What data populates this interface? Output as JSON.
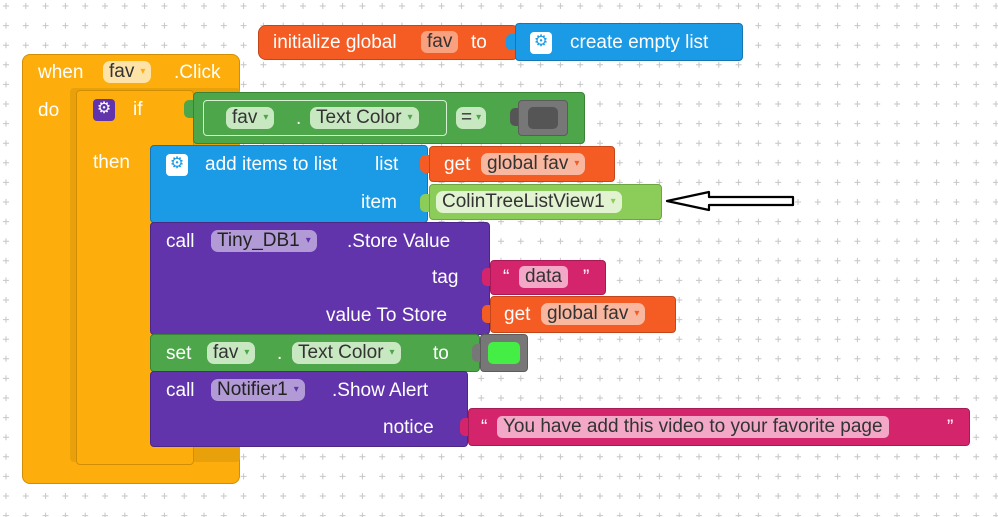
{
  "colors": {
    "control_orange": "#fdae0c",
    "list_blue": "#1b9ae5",
    "var_red": "#f45c24",
    "component_green": "#4ea64a",
    "logic_green": "#8ccc58",
    "method_purple": "#6134ac",
    "text_magenta": "#d4246c",
    "color_dark_gray": "#555555",
    "color_green": "#44ee44"
  },
  "init_global": {
    "initialize_label": "initialize global",
    "var_name": "fav",
    "to_label": "to",
    "create_list_label": "create empty list",
    "gear_icon": "gear-icon"
  },
  "when_block": {
    "when_label": "when",
    "component": "fav",
    "event": ".Click",
    "do_label": "do"
  },
  "if_block": {
    "if_label": "if",
    "then_label": "then",
    "getter_component": "fav",
    "getter_dot": ".",
    "getter_property": "Text Color",
    "compare_op": "="
  },
  "add_items": {
    "label": "add items to list",
    "list_label": "list",
    "get_label": "get",
    "list_var": "global fav",
    "item_label": "item",
    "item_component": "ColinTreeListView1"
  },
  "store_value": {
    "call_label": "call",
    "component": "Tiny_DB1",
    "method": ".Store Value",
    "tag_label": "tag",
    "tag_value": "data",
    "value_label": "value To Store",
    "get_label": "get",
    "value_var": "global fav"
  },
  "set_color": {
    "set_label": "set",
    "component": "fav",
    "dot": ".",
    "property": "Text Color",
    "to_label": "to"
  },
  "show_alert": {
    "call_label": "call",
    "component": "Notifier1",
    "method": ".Show Alert",
    "notice_label": "notice",
    "notice_text": "You have add this video to your favorite page"
  },
  "text_quotes": {
    "open": "“",
    "close": "”"
  },
  "dropdown_arrow": "▾"
}
